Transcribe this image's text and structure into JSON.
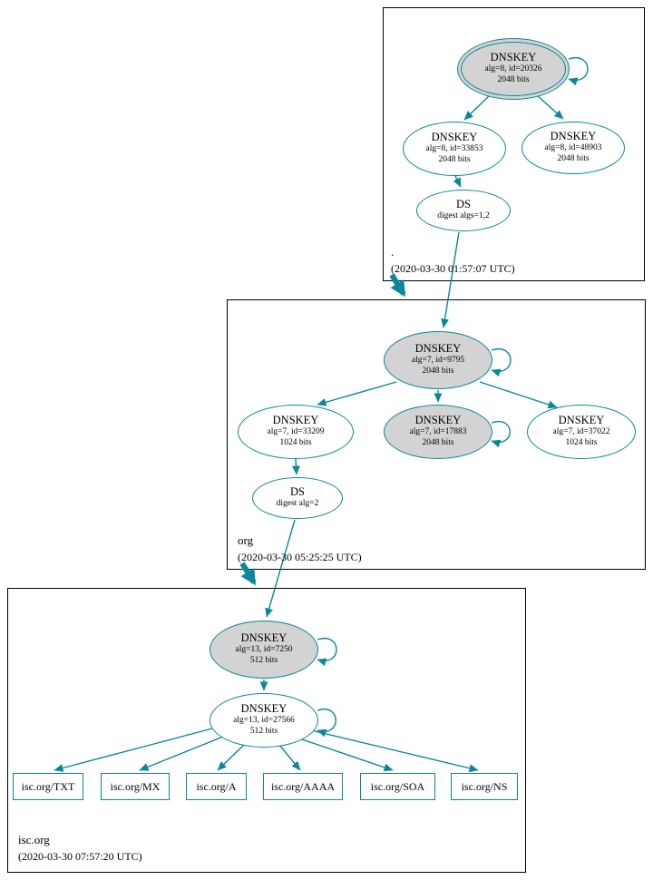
{
  "colors": {
    "edge": "#0a879a",
    "ksk_fill": "#d3d3d3"
  },
  "zones": [
    {
      "label": ".",
      "timestamp": "(2020-03-30 01:57:07 UTC)",
      "nodes": {
        "ksk": {
          "title": "DNSKEY",
          "line2": "alg=8, id=20326",
          "line3": "2048 bits"
        },
        "zsk1": {
          "title": "DNSKEY",
          "line2": "alg=8, id=33853",
          "line3": "2048 bits"
        },
        "zsk2": {
          "title": "DNSKEY",
          "line2": "alg=8, id=48903",
          "line3": "2048 bits"
        },
        "ds": {
          "title": "DS",
          "line2": "digest algs=1,2"
        }
      }
    },
    {
      "label": "org",
      "timestamp": "(2020-03-30 05:25:25 UTC)",
      "nodes": {
        "ksk": {
          "title": "DNSKEY",
          "line2": "alg=7, id=9795",
          "line3": "2048 bits"
        },
        "zsk1": {
          "title": "DNSKEY",
          "line2": "alg=7, id=33209",
          "line3": "1024 bits"
        },
        "ksk2": {
          "title": "DNSKEY",
          "line2": "alg=7, id=17883",
          "line3": "2048 bits"
        },
        "zsk2": {
          "title": "DNSKEY",
          "line2": "alg=7, id=37022",
          "line3": "1024 bits"
        },
        "ds": {
          "title": "DS",
          "line2": "digest alg=2"
        }
      }
    },
    {
      "label": "isc.org",
      "timestamp": "(2020-03-30 07:57:20 UTC)",
      "nodes": {
        "ksk": {
          "title": "DNSKEY",
          "line2": "alg=13, id=7250",
          "line3": "512 bits"
        },
        "zsk": {
          "title": "DNSKEY",
          "line2": "alg=13, id=27566",
          "line3": "512 bits"
        },
        "records": [
          "isc.org/TXT",
          "isc.org/MX",
          "isc.org/A",
          "isc.org/AAAA",
          "isc.org/SOA",
          "isc.org/NS"
        ]
      }
    }
  ]
}
